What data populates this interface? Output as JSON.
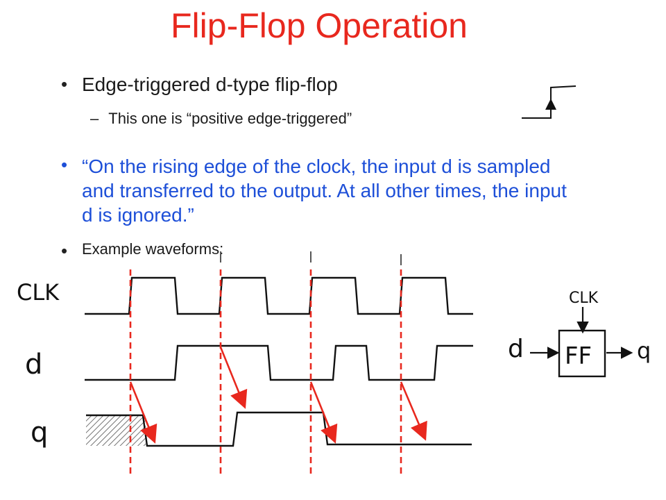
{
  "title": "Flip-Flop Operation",
  "bullets": {
    "edge_triggered": "Edge-triggered d-type flip-flop",
    "positive_edge": "This one is “positive edge-triggered”",
    "quote": "“On the rising edge of the clock, the input d is sampled and transferred to the output.  At all other times, the input d is ignored.”",
    "example": "Example waveforms:"
  },
  "waveform_labels": {
    "clk": "CLK",
    "d": "d",
    "q": "q"
  },
  "flipflop_block": {
    "box_label": "FF",
    "clock_input": "CLK",
    "data_input": "d",
    "output": "q"
  },
  "colors": {
    "title": "#e8281e",
    "quote_text": "#1d4fd8",
    "edge_marker": "#e8281e",
    "waveform": "#111111"
  }
}
